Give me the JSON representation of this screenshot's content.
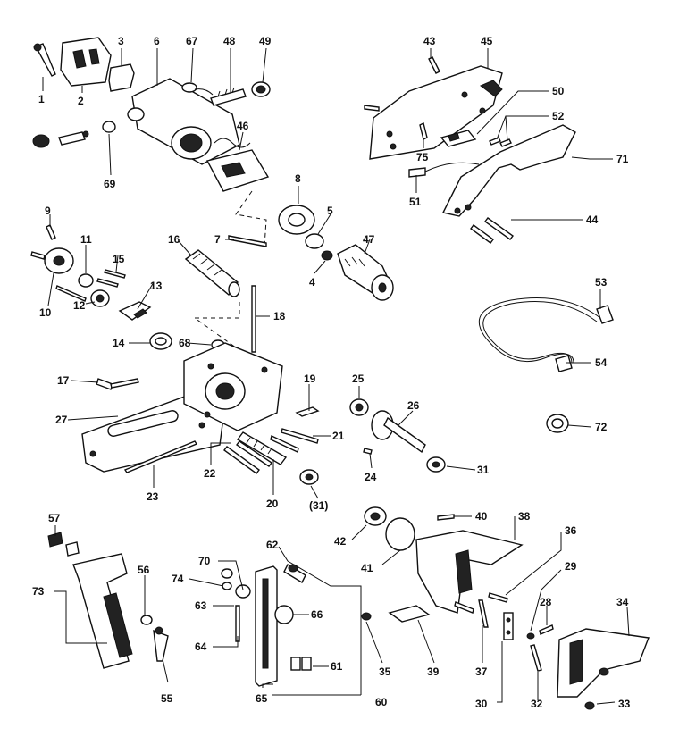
{
  "labels": {
    "l1": "1",
    "l2": "2",
    "l3": "3",
    "l6": "6",
    "l67": "67",
    "l48": "48",
    "l49": "49",
    "l46": "46",
    "l69": "69",
    "l43": "43",
    "l45": "45",
    "l50": "50",
    "l52": "52",
    "l75": "75",
    "l71": "71",
    "l51": "51",
    "l44": "44",
    "l8": "8",
    "l5": "5",
    "l7": "7",
    "l4": "4",
    "l47": "47",
    "l9": "9",
    "l11": "11",
    "l15": "15",
    "l10": "10",
    "l13": "13",
    "l12": "12",
    "l16": "16",
    "l18": "18",
    "l14": "14",
    "l68": "68",
    "l53": "53",
    "l54": "54",
    "l17": "17",
    "l19": "19",
    "l25": "25",
    "l26": "26",
    "l27": "27",
    "l21": "21",
    "l72": "72",
    "l22": "22",
    "l24": "24",
    "l31": "31",
    "l23": "23",
    "l20": "20",
    "l31b": "(31)",
    "l57": "57",
    "l40": "40",
    "l38": "38",
    "l42": "42",
    "l36": "36",
    "l62": "62",
    "l70": "70",
    "l56": "56",
    "l41": "41",
    "l29": "29",
    "l74": "74",
    "l73": "73",
    "l63": "63",
    "l66": "66",
    "l28": "28",
    "l34": "34",
    "l64": "64",
    "l61": "61",
    "l35": "35",
    "l39": "39",
    "l37": "37",
    "l55": "55",
    "l65": "65",
    "l60": "60",
    "l30": "30",
    "l32": "32",
    "l33": "33"
  }
}
